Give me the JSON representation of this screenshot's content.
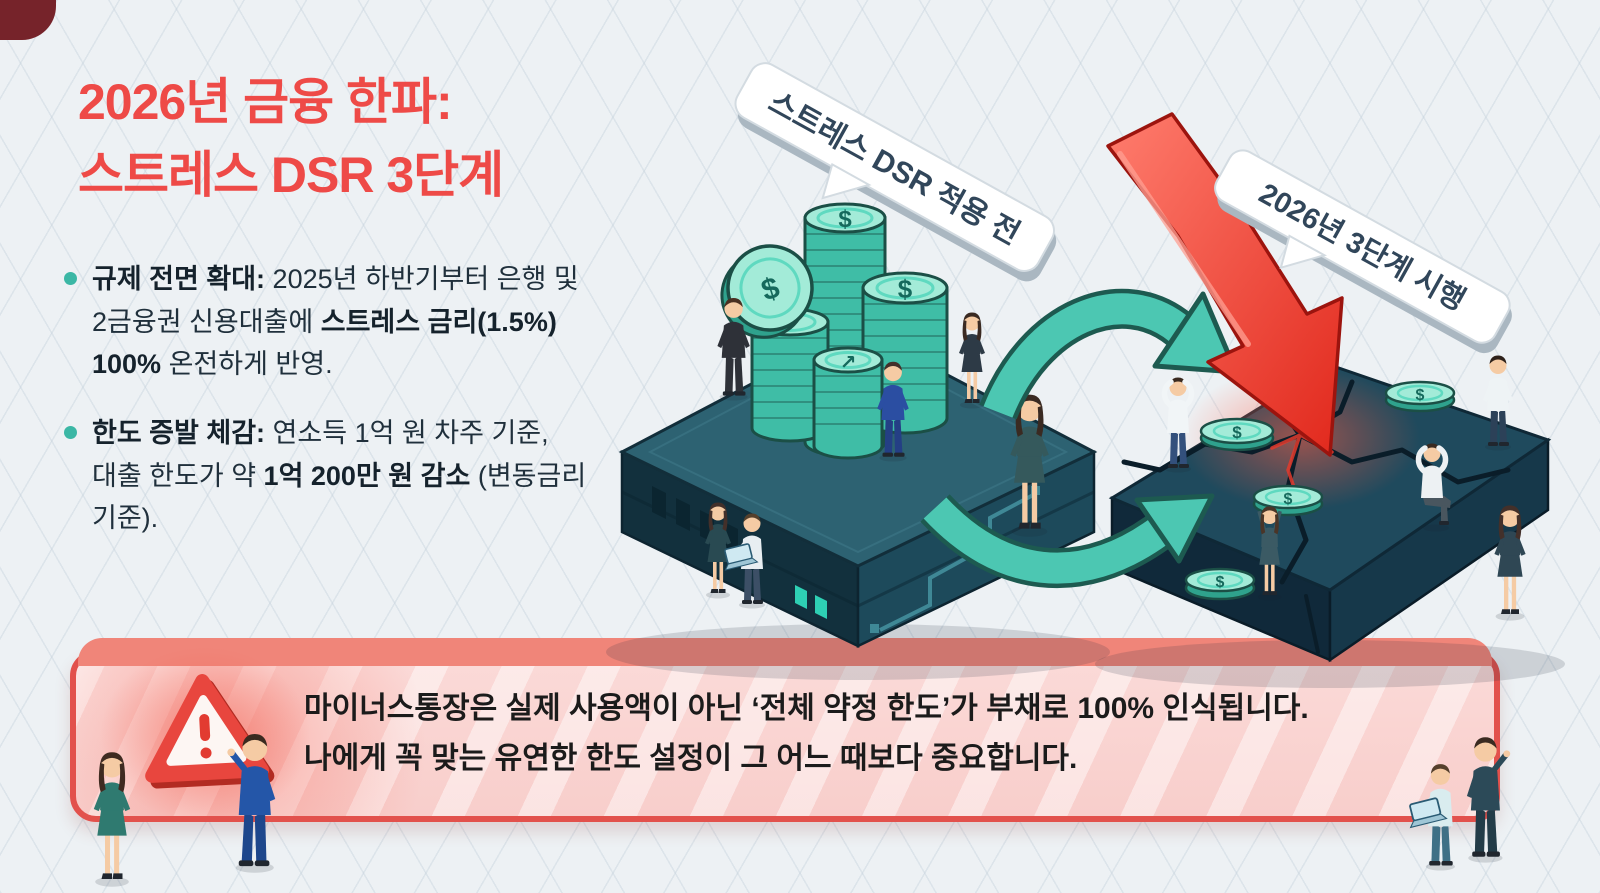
{
  "title": {
    "line1": "2026년 금융 한파:",
    "line2": "스트레스 DSR 3단계"
  },
  "bullets": {
    "item1": {
      "label": "규제 전면 확대:",
      "text1": " 2025년 하반기부터 은행 및 2금융권 신용대출에 ",
      "highlight": "스트레스 금리(1.5%) 100%",
      "text2": " 온전하게 반영."
    },
    "item2": {
      "label": "한도 증발 체감:",
      "text1": " 연소득 1억 원 차주 기준, 대출 한도가 약 ",
      "highlight": "1억 200만 원 감소",
      "text2": " (변동금리 기준)."
    }
  },
  "illustration": {
    "bubble_before": "스트레스 DSR 적용 전",
    "bubble_after": "2026년 3단계 시행",
    "coin_symbol": "$",
    "coin_symbol_alt": "↗"
  },
  "banner": {
    "line1": "마이너스통장은 실제 사용액이 아닌 ‘전체 약정 한도’가 부채로 100% 인식됩니다.",
    "line2": "나에게 꼭 맞는 유연한 한도 설정이 그 어느 때보다 중요합니다."
  },
  "colors": {
    "accent_red": "#ee4a47",
    "teal": "#3bb7a5",
    "navy_text": "#20303c",
    "platform_navy": "#2d6272",
    "banner_border": "#e2514c",
    "banner_bg": "#fbdad8"
  }
}
